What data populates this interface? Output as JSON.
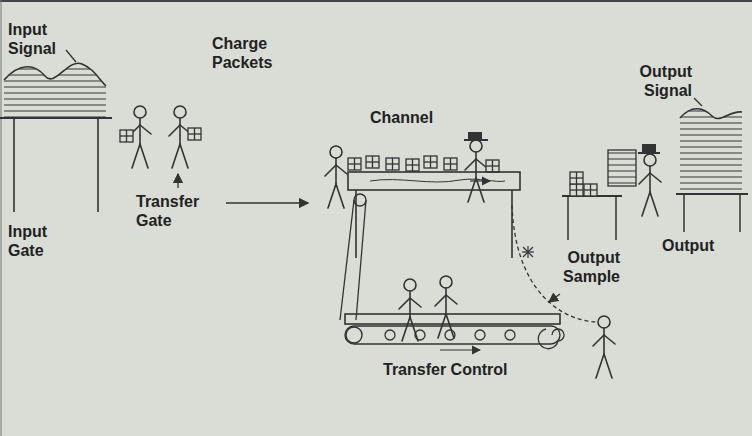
{
  "diagram": {
    "labels": [
      "Input Signal",
      "Charge Packets",
      "Channel",
      "Output Signal",
      "Input Gate",
      "Transfer Gate",
      "Output Sample",
      "Output",
      "Transfer Control"
    ]
  }
}
